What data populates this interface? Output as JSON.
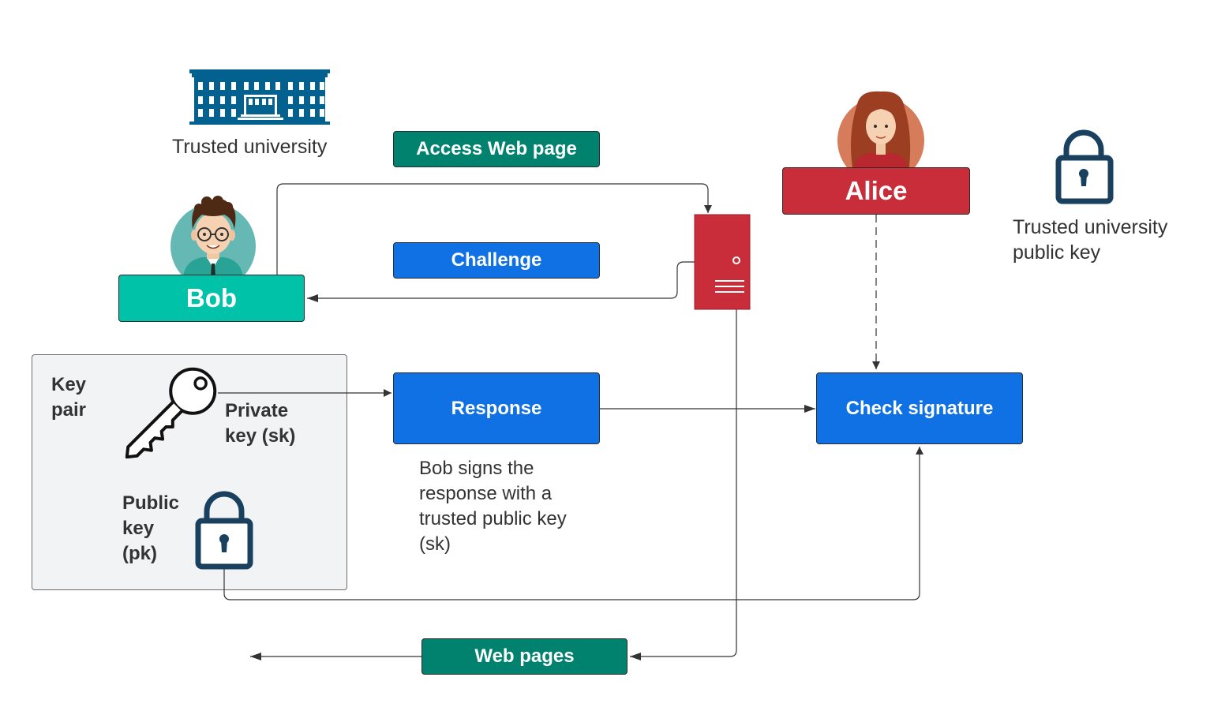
{
  "colors": {
    "green": "#00826f",
    "blue": "#1071e5",
    "teal": "#00c2a8",
    "red": "#c92d39",
    "navy": "#19405f",
    "building": "#03618f",
    "panel": "#f2f3f5"
  },
  "institution": {
    "icon": "university-building-icon",
    "label": "Trusted university"
  },
  "messages": {
    "access": "Access Web page",
    "challenge": "Challenge",
    "response": "Response",
    "web_pages": "Web pages"
  },
  "actors": {
    "bob": {
      "label": "Bob",
      "icon": "bob-avatar"
    },
    "alice": {
      "label": "Alice",
      "icon": "alice-avatar"
    }
  },
  "server": {
    "icon": "server-icon"
  },
  "keypair": {
    "title": "Key pair",
    "title_lines": [
      "Key",
      "pair"
    ],
    "private_lines": [
      "Private",
      "key (sk)"
    ],
    "public_lines": [
      "Public",
      "key",
      "(pk)"
    ]
  },
  "check": {
    "label": "Check signature"
  },
  "note": {
    "lines": [
      "Bob signs the",
      "response with a",
      "trusted public key",
      "(sk)"
    ]
  },
  "trusted_pk": {
    "icon": "padlock-icon",
    "lines": [
      "Trusted university",
      "public key"
    ]
  }
}
